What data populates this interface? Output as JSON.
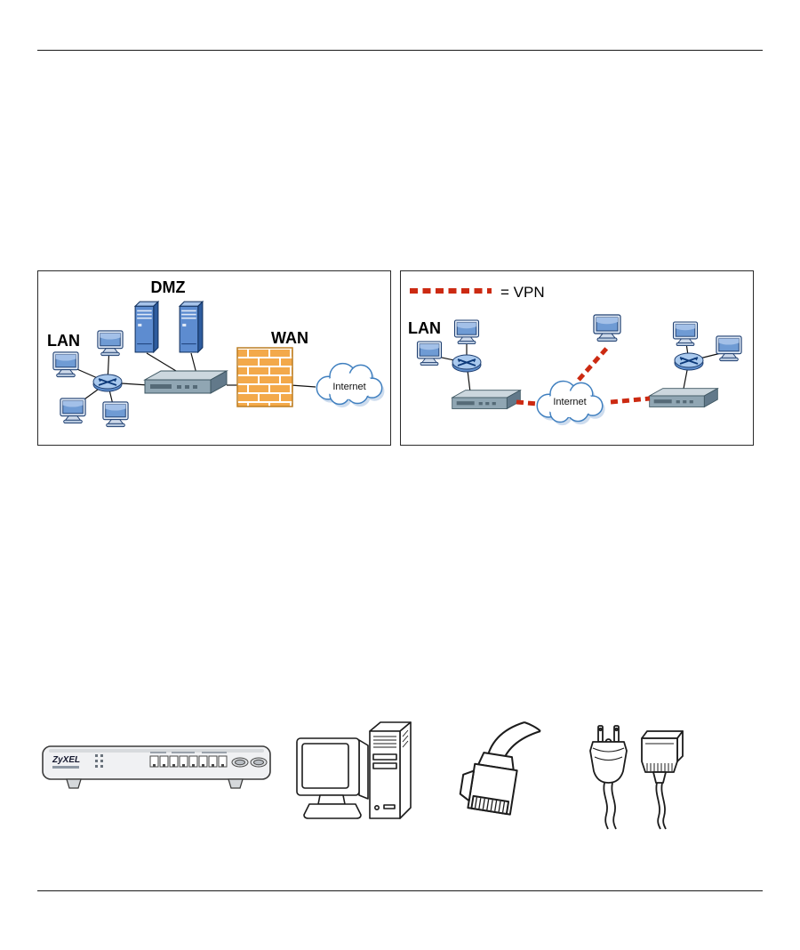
{
  "page": {
    "background": "#ffffff"
  },
  "figure_dmz": {
    "labels": {
      "dmz": "DMZ",
      "lan": "LAN",
      "wan": "WAN",
      "internet": "Internet"
    }
  },
  "figure_vpn": {
    "legend": "= VPN",
    "labels": {
      "lan": "LAN",
      "internet": "Internet"
    }
  },
  "figure_hardware": {
    "brand": "ZyXEL"
  },
  "colors": {
    "vpn_red": "#cc2a12",
    "brick": "#f3a94a",
    "brick_mortar": "#ffffff",
    "cloud_outline": "#3f7fbf",
    "cloud_shadow": "#cddcee",
    "icon_blue": "#6f9bd4",
    "device_gray": "#90a6b3",
    "lineart": "#1c1c1c"
  },
  "icons": {
    "server": "server-tower-icon",
    "pc": "desktop-computer-icon",
    "router": "router-icon",
    "firewall": "brick-firewall-icon",
    "gateway": "security-gateway-icon",
    "cloud": "internet-cloud-icon"
  }
}
